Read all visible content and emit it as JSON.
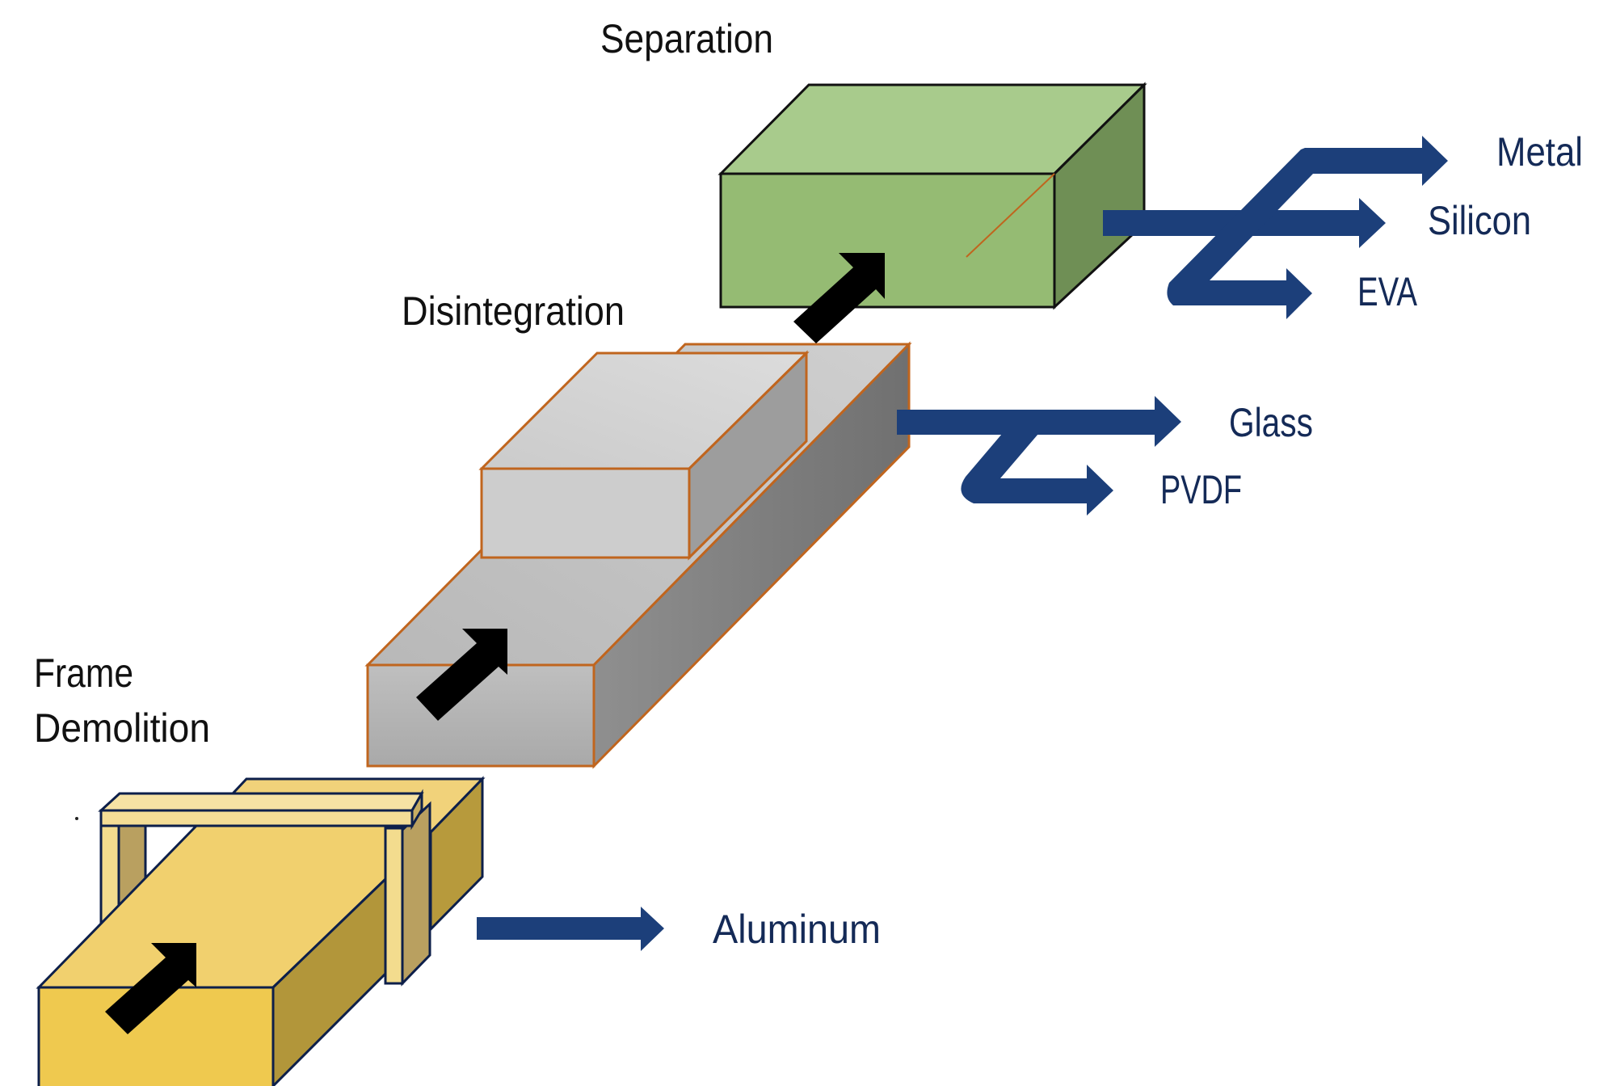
{
  "diagram": {
    "title": "Solar panel recycling process",
    "stages": [
      {
        "id": "frame-demolition",
        "label_lines": [
          "Frame",
          "Demolition"
        ],
        "color": "#f0cc5a",
        "outputs": [
          "Aluminum"
        ]
      },
      {
        "id": "disintegration",
        "label_lines": [
          "Disintegration"
        ],
        "color": "#bdbdbd",
        "outputs": [
          "Glass",
          "PVDF"
        ]
      },
      {
        "id": "separation",
        "label_lines": [
          "Separation"
        ],
        "color": "#97bc75",
        "outputs": [
          "Metal",
          "Silicon",
          "EVA"
        ]
      }
    ],
    "colors": {
      "output_arrow": "#1c3f7a",
      "flow_arrow": "#000000",
      "gray_outline": "#c0651e",
      "yellow_outline": "#0d1f4a",
      "green_outline": "#111111"
    }
  }
}
